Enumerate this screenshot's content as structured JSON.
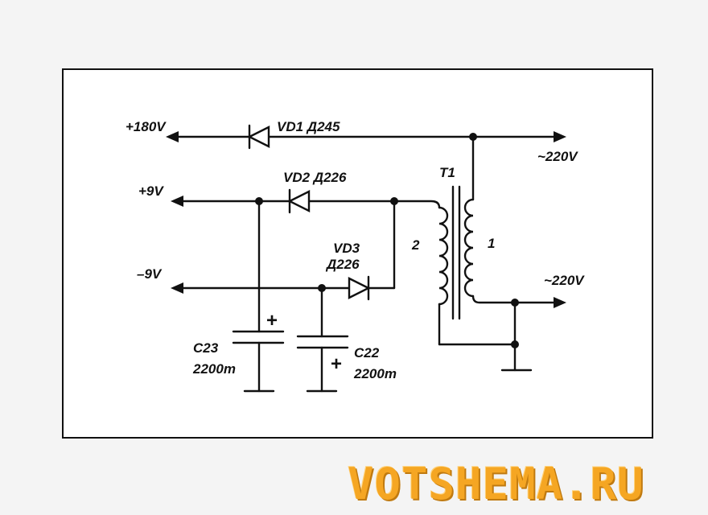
{
  "labels": {
    "plus180": "+180V",
    "plus9": "+9V",
    "minus9": "–9V",
    "ac_top": "~220V",
    "ac_bottom": "~220V",
    "vd1": "VD1 Д245",
    "vd2": "VD2 Д226",
    "vd3_name": "VD3",
    "vd3_type": "Д226",
    "t1": "T1",
    "winding_primary": "1",
    "winding_secondary": "2",
    "c23_name": "C23",
    "c23_value": "2200m",
    "c22_name": "C22",
    "c22_value": "2200m",
    "polarity_plus": "+"
  },
  "watermark": "VOTSHEMA.RU",
  "colors": {
    "ink": "#111111",
    "paper": "#ffffff",
    "watermark": "#f5a623"
  }
}
